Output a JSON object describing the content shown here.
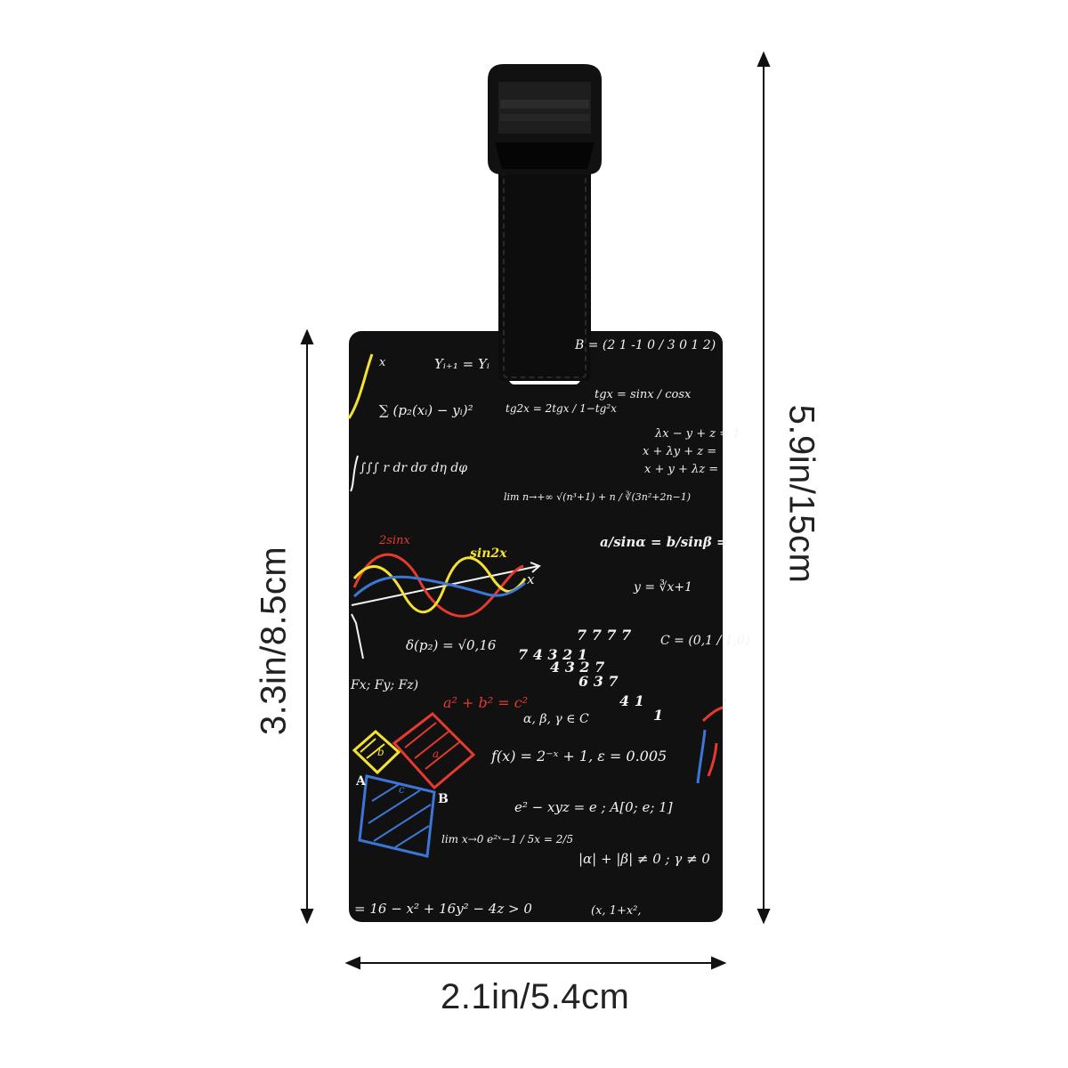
{
  "dimensions": {
    "width_label": "2.1in/5.4cm",
    "card_height_label": "3.3in/8.5cm",
    "total_height_label": "5.9in/15cm"
  },
  "colors": {
    "card_background": "#111111",
    "strap": "#0a0a0a",
    "dimension_line": "#111111",
    "chalk_white": "#f3f3f3",
    "chalk_yellow": "#f4e232",
    "chalk_red": "#e63a2e",
    "chalk_blue": "#3d76d6"
  },
  "doodles": {
    "matrix_b": "B = (2 1 -1 0 / 3 0 1 2)",
    "sum": "∑ (p₂(xᵢ) − yᵢ)²",
    "tg2x": "tg2x = 2tgx / 1−tg²x",
    "tgx": "tgx = sinx / cosx",
    "system1": "λx − y + z = 1",
    "system2": "x + λy + z =",
    "system3": "x + y + λz =",
    "integral": "∫∫∫ r dr dσ dη dφ",
    "limit1": "lim n→+∞ √(n³+1) + n / ∛(3n²+2n−1)",
    "sine_law": "a/sinα = b/sinβ =",
    "two_sinx": "2sinx",
    "sin2x": "sin2x",
    "x_axis": "x",
    "cbrt": "y = ∛x+1",
    "delta": "δ(p₂) = √0,16",
    "c_vec": "C = (0,1 / 1,0)",
    "forces": "Fx; Fy; Fz)",
    "pythag": "a² + b² = c²",
    "greek": "α, β, γ ∈ C",
    "fx": "f(x) = 2⁻ˣ + 1, ε = 0.005",
    "exp_eq": "e² − xyz = e ; A[0; e; 1]",
    "limit2": "lim x→0 e²ˣ−1 / 5x = 2/5",
    "abs_ineq": "|α| + |β| ≠ 0 ; γ ≠ 0",
    "bottom_eq": "= 16 − x² + 16y² − 4z > 0",
    "bottom_eq2": "(x, 1+x²,",
    "label_a": "A",
    "label_b": "B",
    "sq_a": "a",
    "sq_b": "b",
    "sq_c": "c",
    "y_next": "Yᵢ₊₁ = Yᵢ",
    "x_top": "x",
    "numbers_row1": "7 7 7 7",
    "numbers_row2": "7 4 3 2 1",
    "numbers_row3": "4 3 2 7",
    "numbers_row4": "6 3 7",
    "numbers_row5": "4 1",
    "numbers_row6": "1"
  }
}
